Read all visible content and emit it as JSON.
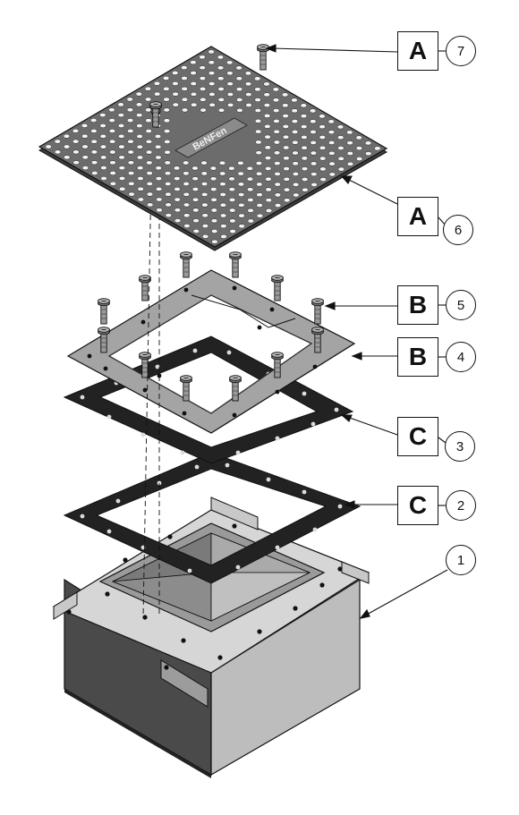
{
  "parts": [
    {
      "number": "7",
      "letter": "A"
    },
    {
      "number": "6",
      "letter": "A"
    },
    {
      "number": "5",
      "letter": "B"
    },
    {
      "number": "4",
      "letter": "B"
    },
    {
      "number": "3",
      "letter": "C"
    },
    {
      "number": "2",
      "letter": "C"
    },
    {
      "number": "1",
      "letter": ""
    }
  ],
  "grate_logo": "BeNFen",
  "colors": {
    "line": "#111111",
    "box_front": "#4a4a4a",
    "box_side": "#bdbdbd",
    "box_top": "#d6d6d6",
    "flange": "#c8c8c8",
    "gasket": "#222222",
    "plate": "#a4a4a4",
    "grate": "#6c6c6c",
    "screw": "#8a8a8a"
  }
}
